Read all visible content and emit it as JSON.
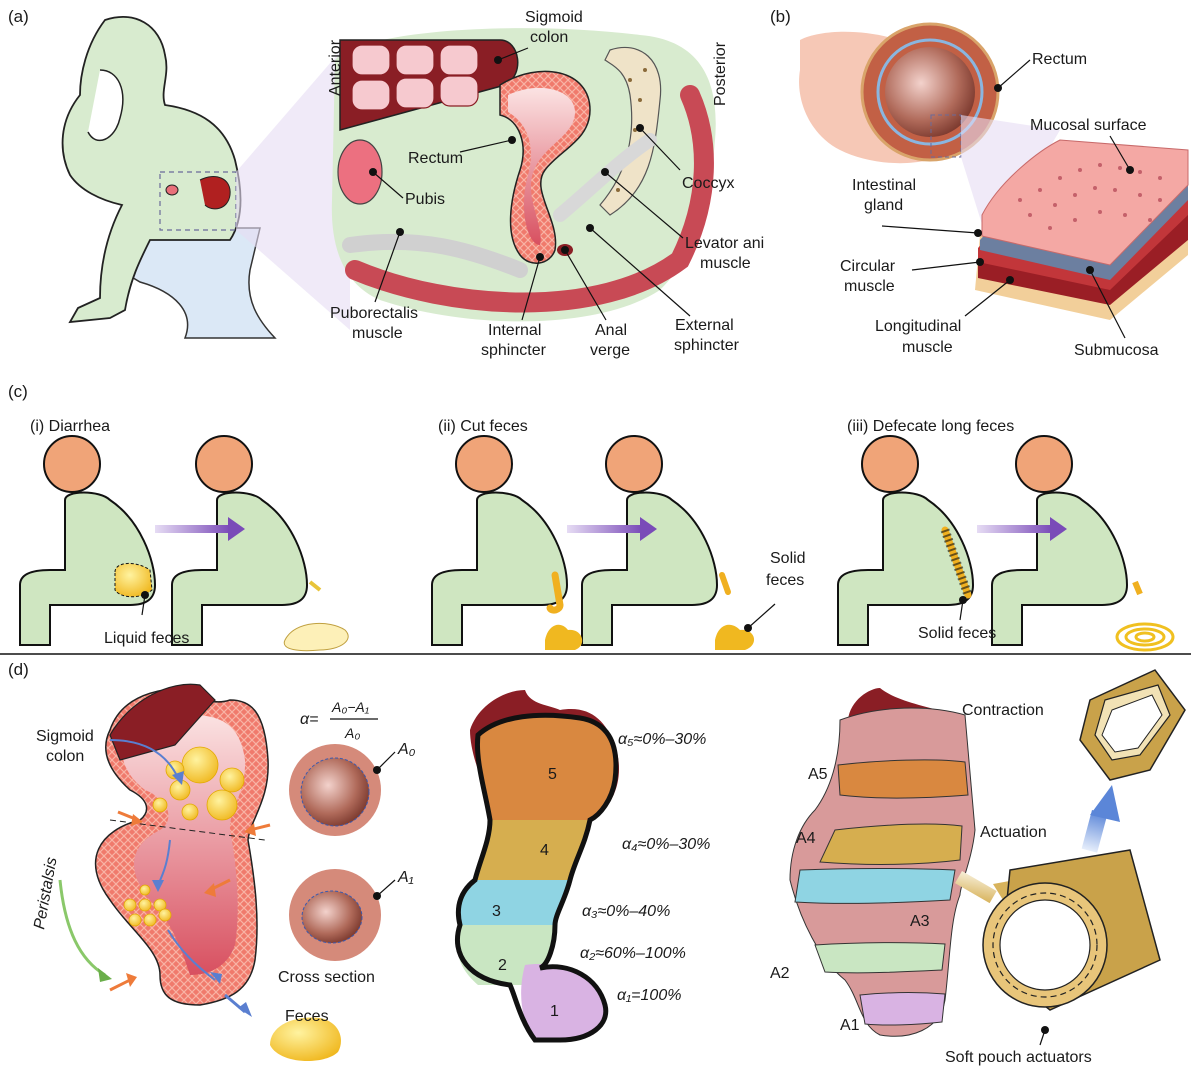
{
  "panel_a": {
    "tag": "(a)",
    "labels": {
      "sigmoid1": "Sigmoid",
      "sigmoid2": "colon",
      "anterior": "Anterior",
      "posterior": "Posterior",
      "rectum": "Rectum",
      "coccyx": "Coccyx",
      "pubis": "Pubis",
      "levator1": "Levator ani",
      "levator2": "muscle",
      "pubo1": "Puborectalis",
      "pubo2": "muscle",
      "internal1": "Internal",
      "internal2": "sphincter",
      "anal1": "Anal",
      "anal2": "verge",
      "external1": "External",
      "external2": "sphincter"
    }
  },
  "panel_b": {
    "tag": "(b)",
    "labels": {
      "rectum": "Rectum",
      "mucosal": "Mucosal surface",
      "gland1": "Intestinal",
      "gland2": "gland",
      "circular1": "Circular",
      "circular2": "muscle",
      "longitudinal1": "Longitudinal",
      "longitudinal2": "muscle",
      "submucosa": "Submucosa"
    }
  },
  "panel_c": {
    "tag": "(c)",
    "scenarios": [
      {
        "title": "(i) Diarrhea",
        "note": "Liquid feces"
      },
      {
        "title": "(ii) Cut feces",
        "note1": "Solid",
        "note2": "feces"
      },
      {
        "title": "(iii) Defecate long feces",
        "note": "Solid feces"
      }
    ]
  },
  "panel_d": {
    "tag": "(d)",
    "sigmoid1": "Sigmoid",
    "sigmoid2": "colon",
    "peristalsis": "Peristalsis",
    "feces": "Feces",
    "cross_section": "Cross section",
    "formula_alpha": "α=",
    "formula_num": "A₀−A₁",
    "formula_den": "A₀",
    "a0": "A₀",
    "a1": "A₁",
    "segments": [
      {
        "id": "1",
        "alpha": "α₁=100%",
        "color": "#d9b3e3"
      },
      {
        "id": "2",
        "alpha": "α₂≈60%–100%",
        "color": "#c9e6c2"
      },
      {
        "id": "3",
        "alpha": "α₃≈0%–40%",
        "color": "#8fd4e3"
      },
      {
        "id": "4",
        "alpha": "α₄≈0%–30%",
        "color": "#d6ae4f"
      },
      {
        "id": "5",
        "alpha": "α₅≈0%–30%",
        "color": "#d98840"
      }
    ],
    "alpha_colors": [
      "#c27ed0",
      "#6aae4a",
      "#2aa8d0",
      "#d9a93c",
      "#d9823a"
    ],
    "actuator_labels": [
      "A1",
      "A2",
      "A3",
      "A4",
      "A5"
    ],
    "contraction": "Contraction",
    "actuation": "Actuation",
    "soft_pouch": "Soft pouch actuators"
  }
}
